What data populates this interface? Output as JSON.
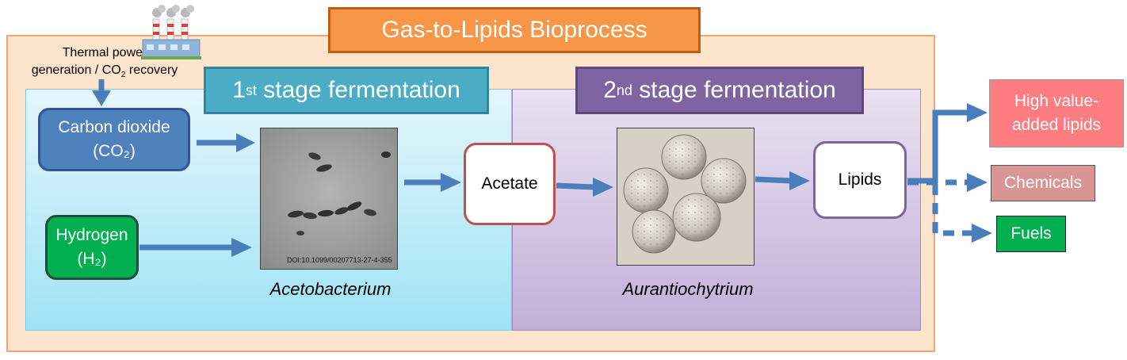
{
  "title": "Gas-to-Lipids Bioprocess",
  "source": {
    "line1": "Thermal power",
    "line2_prefix": "generation / CO",
    "line2_sub": "2",
    "line2_suffix": " recovery",
    "icon": "factory-icon"
  },
  "stage1": {
    "num": "1",
    "sup": "st",
    "text": " stage fermentation"
  },
  "stage2": {
    "num": "2",
    "sup": "nd",
    "text": " stage fermentation"
  },
  "inputs": {
    "co2": {
      "line1": "Carbon dioxide",
      "line2": "(CO₂)"
    },
    "h2": {
      "line1": "Hydrogen",
      "line2": "(H₂)"
    }
  },
  "intermediates": {
    "acetate": "Acetate",
    "lipids": "Lipids"
  },
  "organisms": {
    "first": "Acetobacterium",
    "second": "Aurantiochytrium",
    "doi": "DOI:10.1099/00207713-27-4-355"
  },
  "outputs": {
    "high_value": {
      "line1": "High value-",
      "line2": "added lipids"
    },
    "chemicals": "Chemicals",
    "fuels": "Fuels"
  },
  "colors": {
    "outer_fill": "#fde4cd",
    "title_fill": "#f79646",
    "stage1_fill": "#4bacc6",
    "stage2_fill": "#8064a2",
    "arrow": "#4a7ebb",
    "co2_fill": "#4f81bd",
    "h2_fill": "#00b050",
    "high_value_fill": "#ff7c80",
    "chemicals_fill": "#d99594",
    "fuels_fill": "#00b050"
  }
}
